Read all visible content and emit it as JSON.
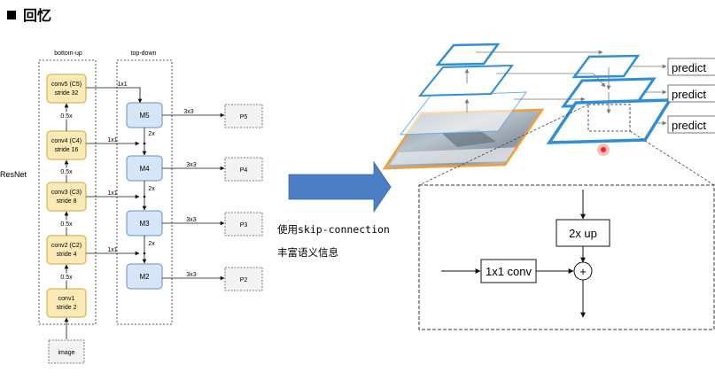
{
  "heading": {
    "bullet_icon": "black-square-icon",
    "text": "回忆"
  },
  "left_diagram": {
    "col_bottom_up": "bottom-up",
    "col_top_down": "top-down",
    "resnet": "ResNet",
    "image": "image",
    "conv": [
      {
        "l1": "conv5 (C5)",
        "l2": "stride 32"
      },
      {
        "l1": "conv4 (C4)",
        "l2": "stride 16"
      },
      {
        "l1": "conv3 (C3)",
        "l2": "stride 8"
      },
      {
        "l1": "conv2 (C2)",
        "l2": "stride 4"
      },
      {
        "l1": "conv1",
        "l2": "stride 2"
      }
    ],
    "downscale": "0.5x",
    "lateral": "1x1",
    "upsample": "2x",
    "smooth": "3x3",
    "m": [
      "M5",
      "M4",
      "M3",
      "M2"
    ],
    "p": [
      "P5",
      "P4",
      "P3",
      "P2"
    ]
  },
  "caption": {
    "line1": "使用skip-connection",
    "line2": "丰富语义信息"
  },
  "right_diagram": {
    "predict": [
      "predict",
      "predict",
      "predict"
    ],
    "up_box": "2x up",
    "conv_box": "1x1 conv",
    "plus": "+"
  },
  "colors": {
    "blue": "#2e8fd8",
    "orange": "#f0a038",
    "conv_fill": "#fbe9b6",
    "m_fill": "#d6e6f8",
    "arrow_blue": "#4a7fc6"
  }
}
